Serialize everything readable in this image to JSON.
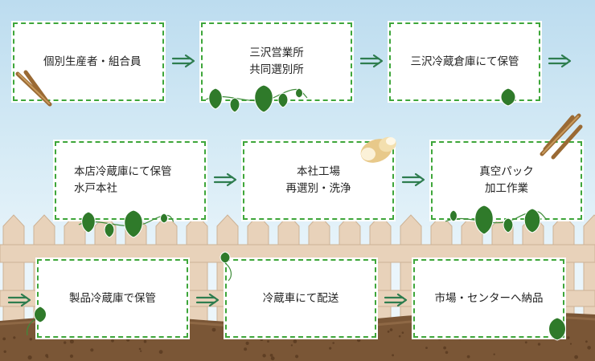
{
  "flow": {
    "steps": [
      {
        "id": "s1",
        "text": "個別生産者・組合員"
      },
      {
        "id": "s2",
        "text": "三沢営業所\n共同選別所"
      },
      {
        "id": "s3",
        "text": "三沢冷蔵倉庫にて保管"
      },
      {
        "id": "s4",
        "text": "本店冷蔵庫にて保管\n水戸本社"
      },
      {
        "id": "s5",
        "text": "本社工場\n再選別・洗浄"
      },
      {
        "id": "s6",
        "text": "真空パック\n加工作業"
      },
      {
        "id": "s7",
        "text": "製品冷蔵庫で保管"
      },
      {
        "id": "s8",
        "text": "冷蔵車にて配送"
      },
      {
        "id": "s9",
        "text": "市場・センターへ納品"
      }
    ]
  },
  "colors": {
    "border": "#3ea63a",
    "arrow": "#2e7d4f",
    "leaf": "#2f7a2a",
    "fence": "#e6cfb6",
    "soil": "#7a5636"
  },
  "icons": [
    "burdock-root-icon",
    "leaf-vine-icon",
    "yam-icon",
    "double-arrow-icon"
  ]
}
